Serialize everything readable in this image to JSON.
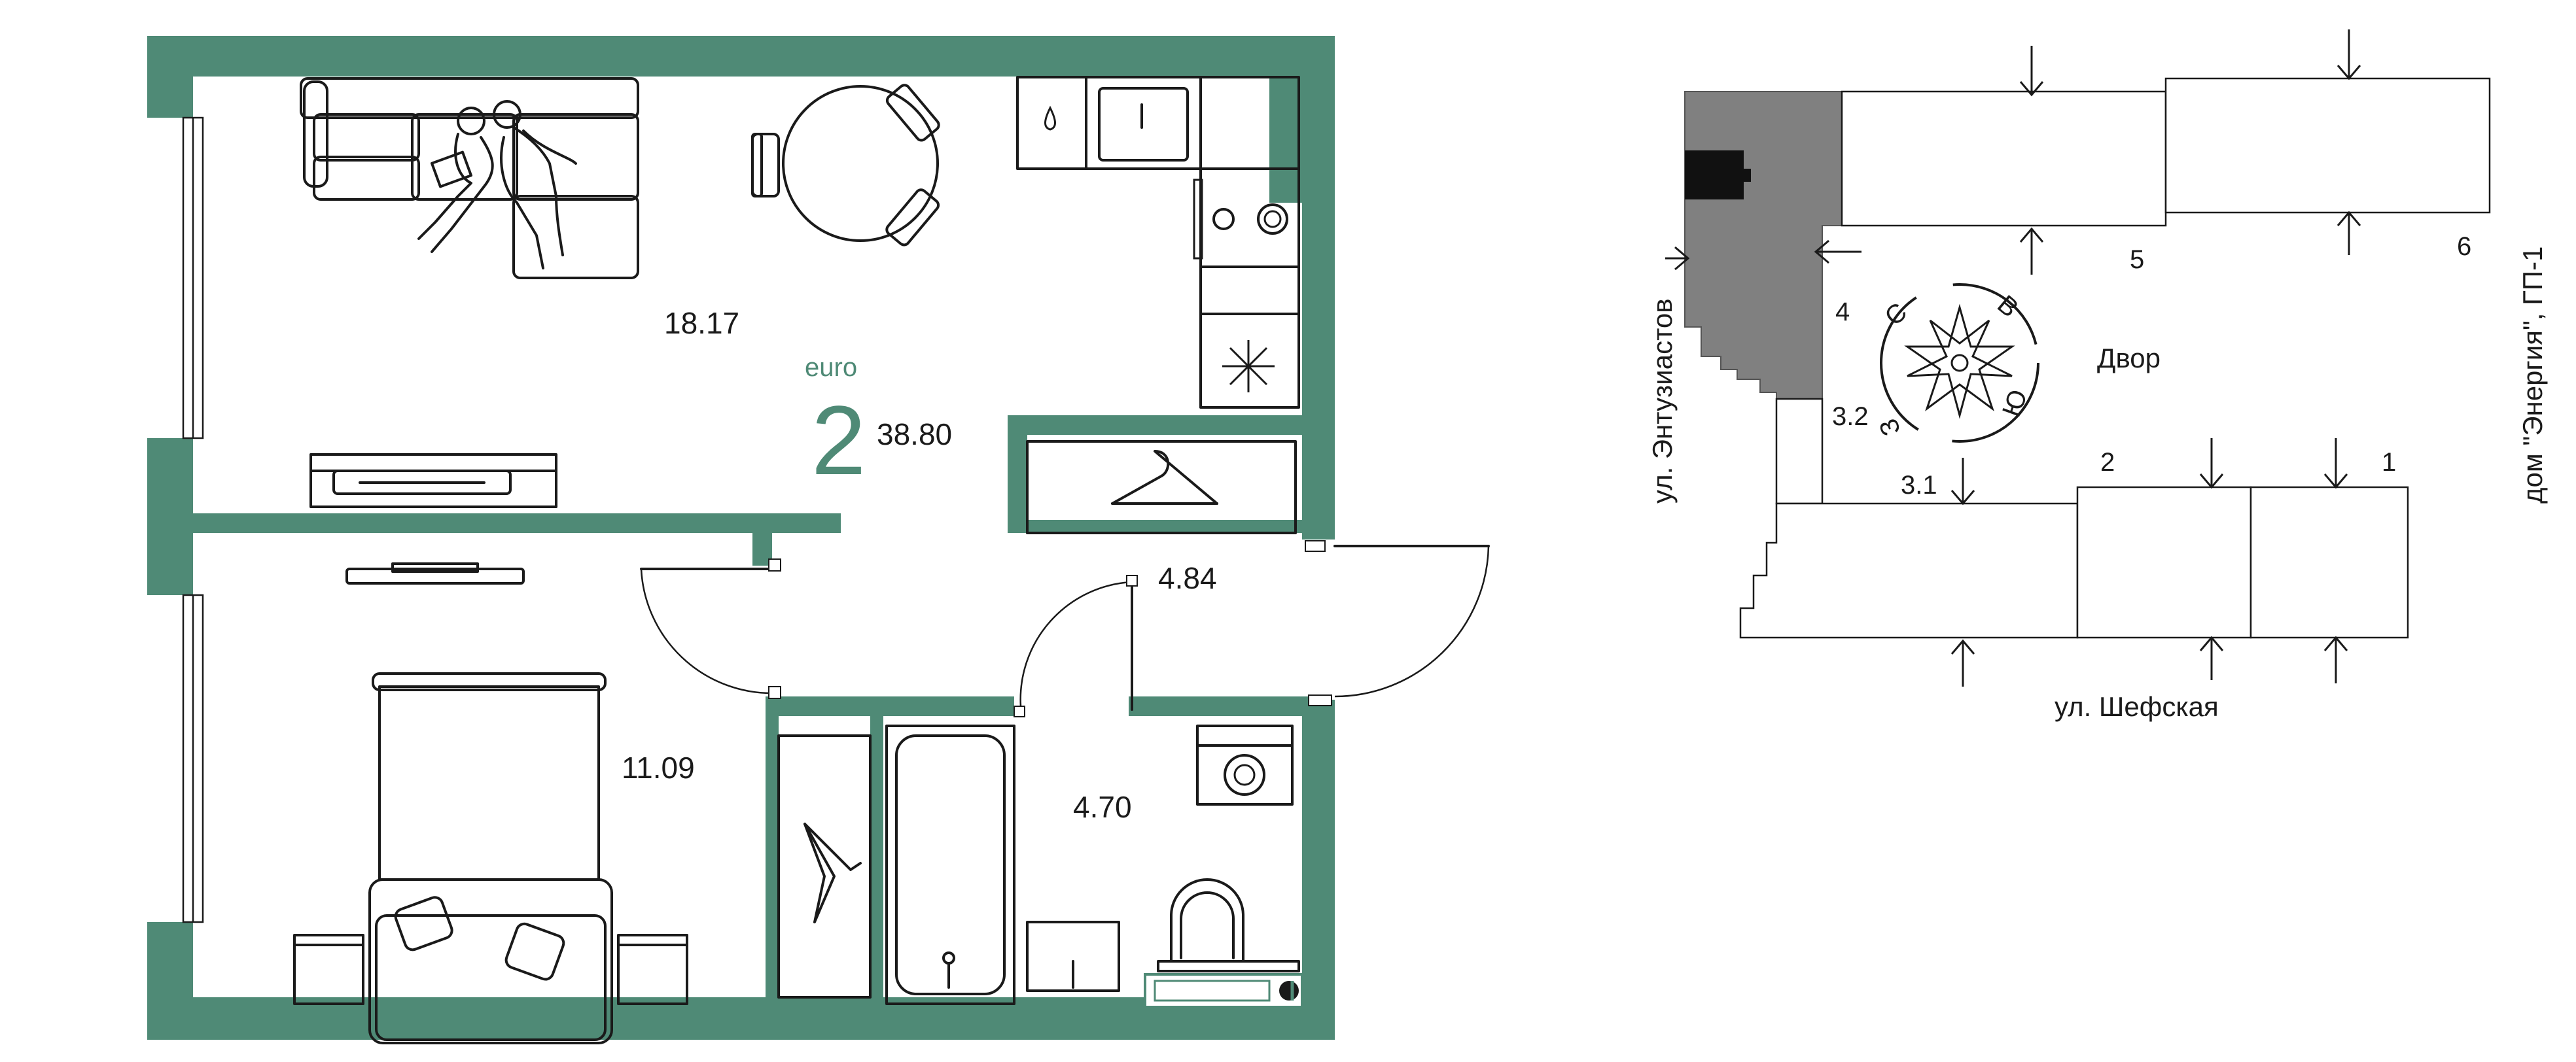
{
  "plan": {
    "type_label": "euro",
    "rooms_count": "2",
    "total_area": "38.80",
    "rooms": [
      {
        "name": "living-kitchen",
        "area": "18.17"
      },
      {
        "name": "bedroom",
        "area": "11.09"
      },
      {
        "name": "hallway",
        "area": "4.84"
      },
      {
        "name": "bathroom",
        "area": "4.70"
      }
    ],
    "wall_color": "#4f8a76"
  },
  "site_map": {
    "streets": {
      "west": "ул. Энтузиастов",
      "south": "ул. Шефская",
      "east": "дом \"Энергия\", ГП-1"
    },
    "courtyard": "Двор",
    "section_labels": [
      "1",
      "2",
      "3.1",
      "3.2",
      "4",
      "5",
      "6"
    ],
    "compass": {
      "n": "С",
      "e": "В",
      "s": "Ю",
      "w": "З"
    },
    "highlight_color": "#808080"
  }
}
